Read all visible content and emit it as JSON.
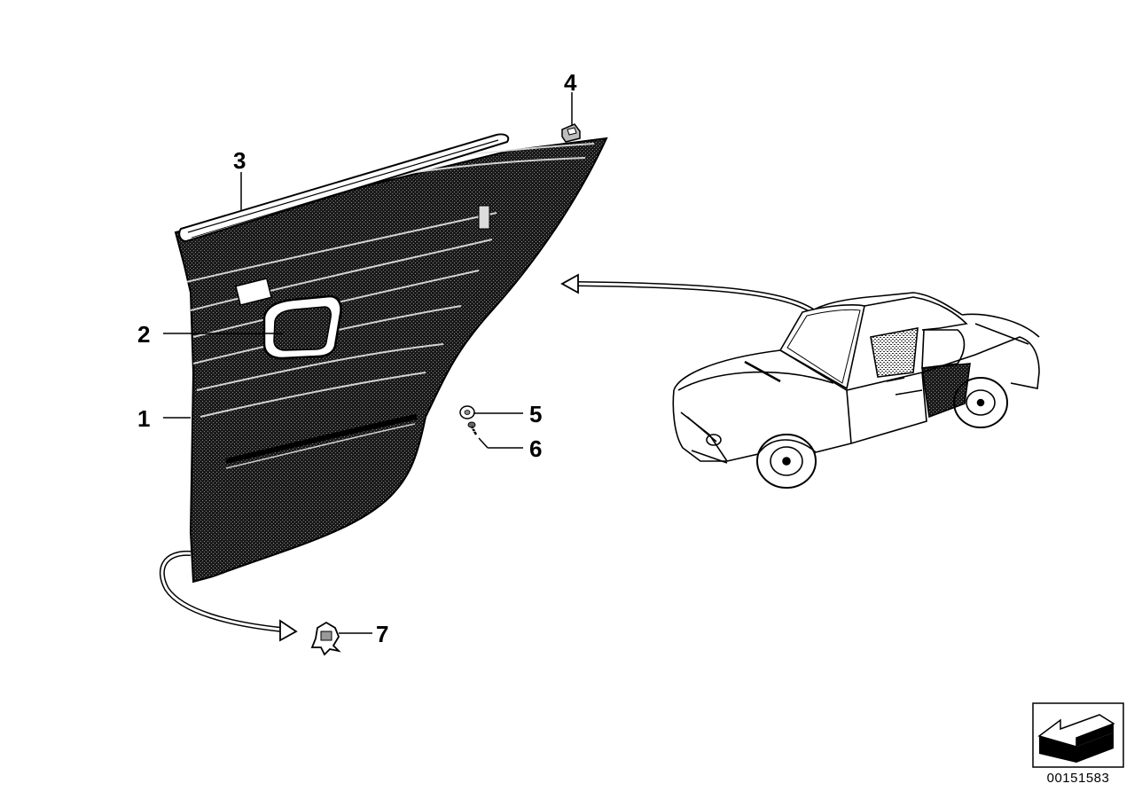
{
  "diagram": {
    "callouts": [
      {
        "id": "1",
        "label": "1"
      },
      {
        "id": "2",
        "label": "2"
      },
      {
        "id": "3",
        "label": "3"
      },
      {
        "id": "4",
        "label": "4"
      },
      {
        "id": "5",
        "label": "5"
      },
      {
        "id": "6",
        "label": "6"
      },
      {
        "id": "7",
        "label": "7"
      }
    ],
    "document_number": "00151583",
    "icons": {
      "navigation": "arrow-back-icon"
    },
    "colors": {
      "ink": "#000000",
      "background": "#ffffff"
    }
  }
}
